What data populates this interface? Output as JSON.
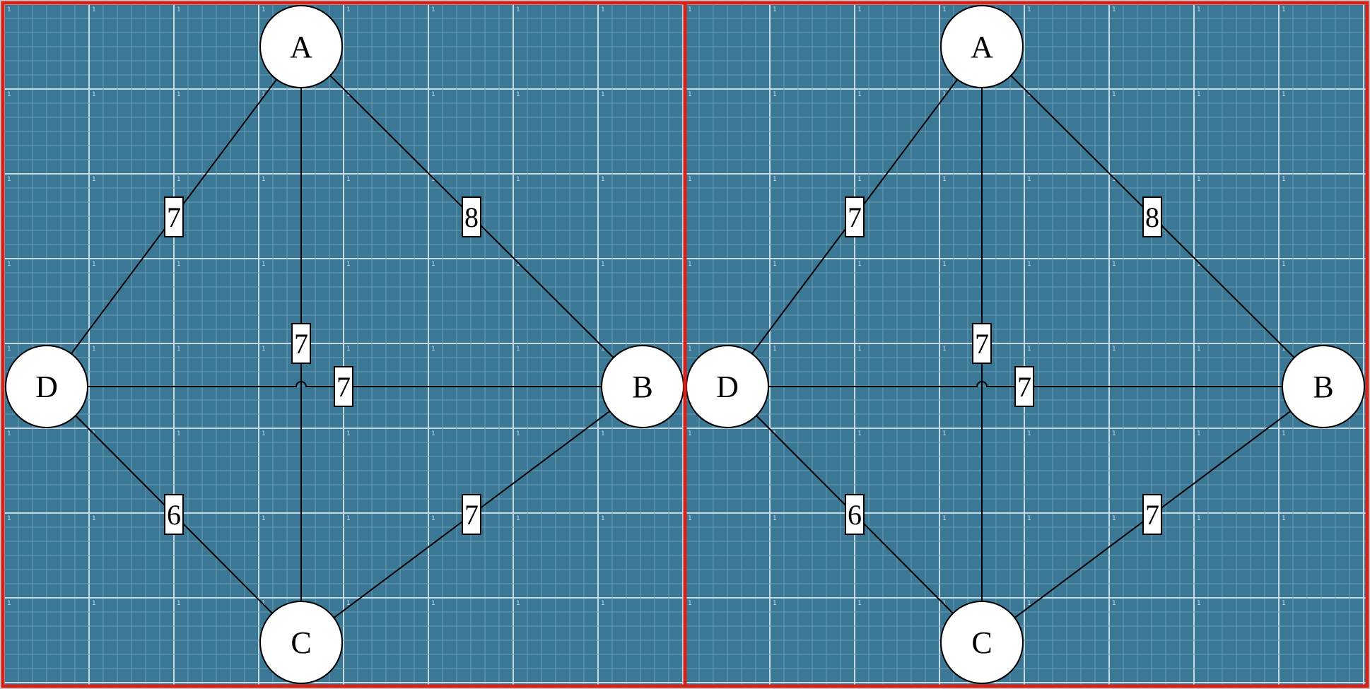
{
  "colors": {
    "background": "#3a7896",
    "grid_minor": "#6d9db3",
    "grid_major": "#c7dae3",
    "frame": "#d4231a",
    "node_fill": "#ffffff",
    "edge": "#000000"
  },
  "grid_marker_glyph": "1",
  "panels": [
    {
      "nodes": [
        {
          "id": "A",
          "label": "A"
        },
        {
          "id": "B",
          "label": "B"
        },
        {
          "id": "C",
          "label": "C"
        },
        {
          "id": "D",
          "label": "D"
        }
      ],
      "edges": [
        {
          "from": "A",
          "to": "D",
          "weight": "7"
        },
        {
          "from": "A",
          "to": "B",
          "weight": "8"
        },
        {
          "from": "A",
          "to": "C",
          "weight": "7"
        },
        {
          "from": "D",
          "to": "B",
          "weight": "7"
        },
        {
          "from": "D",
          "to": "C",
          "weight": "6"
        },
        {
          "from": "B",
          "to": "C",
          "weight": "7"
        }
      ]
    },
    {
      "nodes": [
        {
          "id": "A",
          "label": "A"
        },
        {
          "id": "B",
          "label": "B"
        },
        {
          "id": "C",
          "label": "C"
        },
        {
          "id": "D",
          "label": "D"
        }
      ],
      "edges": [
        {
          "from": "A",
          "to": "D",
          "weight": "7"
        },
        {
          "from": "A",
          "to": "B",
          "weight": "8"
        },
        {
          "from": "A",
          "to": "C",
          "weight": "7"
        },
        {
          "from": "D",
          "to": "B",
          "weight": "7"
        },
        {
          "from": "D",
          "to": "C",
          "weight": "6"
        },
        {
          "from": "B",
          "to": "C",
          "weight": "7"
        }
      ]
    }
  ]
}
